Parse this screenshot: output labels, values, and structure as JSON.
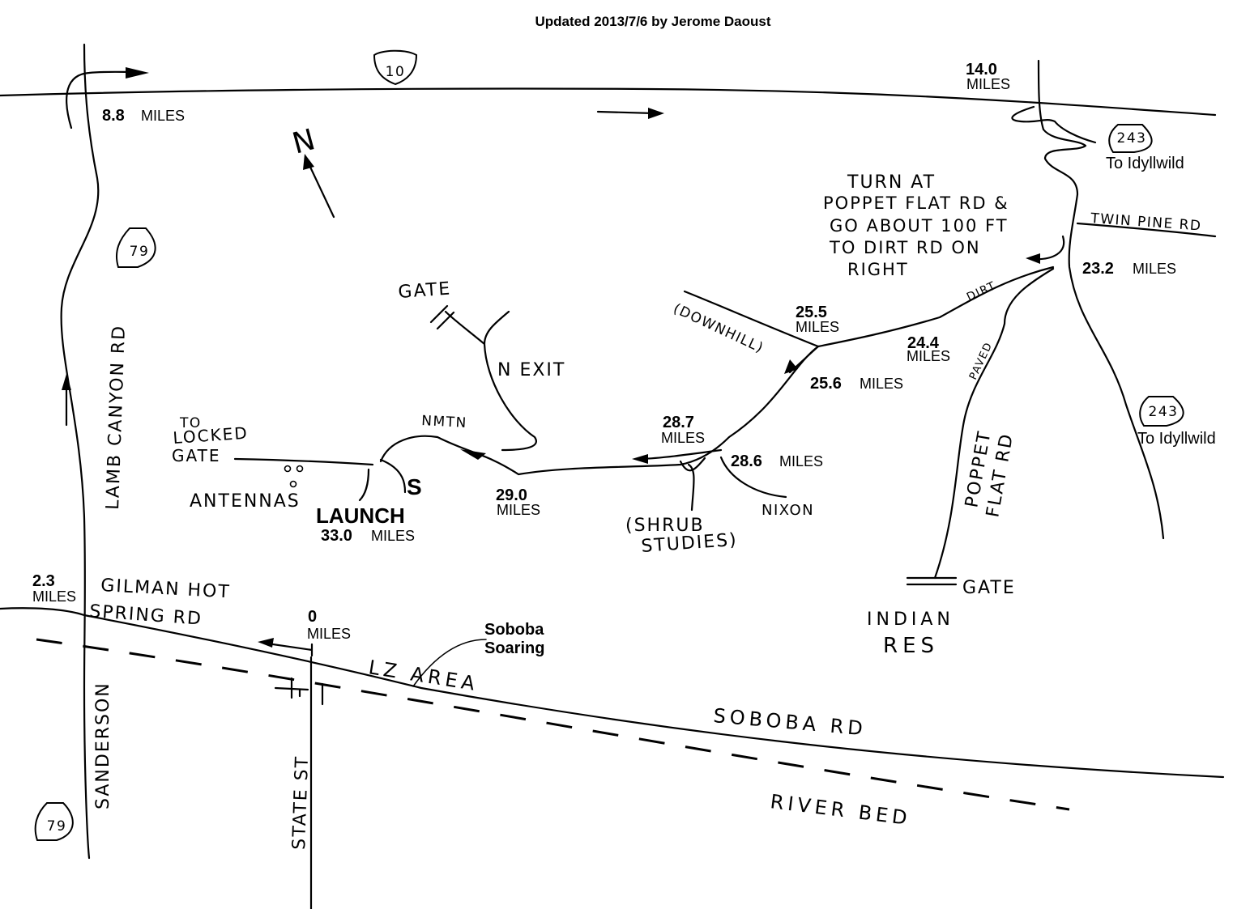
{
  "header": {
    "credit": "Updated 2013/7/6 by Jerome Daoust"
  },
  "shields": {
    "i10": "10",
    "ca79_north": "79",
    "ca79_south": "79",
    "ca243_top": "243",
    "ca243_right": "243"
  },
  "roads": {
    "lamb_canyon": "LAMB CANYON RD",
    "sanderson": "SANDERSON",
    "state_st": "STATE ST",
    "gilman_1": "GILMAN HOT",
    "gilman_2": "SPRING RD",
    "soboba_rd": "SOBOBA RD",
    "river_bed": "RIVER BED",
    "twin_pine": "TWIN PINE RD",
    "poppet_1": "POPPET",
    "poppet_2": "FLAT RD",
    "paved": "PAVED",
    "dirt": "DIRT",
    "nmtn": "NMTN",
    "n_exit": "N EXIT",
    "nixon": "NIXON",
    "downhill": "(DOWNHILL)",
    "shrub_1": "(SHRUB",
    "shrub_2": "STUDIES)"
  },
  "places": {
    "to_idyllwild_top": "To Idyllwild",
    "to_idyllwild_right": "To Idyllwild",
    "gate_n": "GATE",
    "gate_s": "GATE",
    "indian_1": "INDIAN",
    "indian_2": "RES",
    "locked_1": "TO",
    "locked_2": "LOCKED",
    "locked_3": "GATE",
    "antennas": "ANTENNAS",
    "launch_s": "S",
    "launch": "LAUNCH",
    "lz_area": "LZ AREA",
    "soboba_1": "Soboba",
    "soboba_2": "Soaring",
    "north": "N"
  },
  "turn_note": [
    "TURN AT",
    "POPPET FLAT RD &",
    "GO ABOUT 100 FT",
    "TO DIRT RD ON",
    "RIGHT"
  ],
  "unit": "MILES",
  "mileage": {
    "m8_8": "8.8",
    "m14_0": "14.0",
    "m23_2": "23.2",
    "m24_4": "24.4",
    "m25_5": "25.5",
    "m25_6": "25.6",
    "m28_7": "28.7",
    "m28_6": "28.6",
    "m29_0": "29.0",
    "m33_0": "33.0",
    "m2_3": "2.3",
    "m0": "0"
  }
}
